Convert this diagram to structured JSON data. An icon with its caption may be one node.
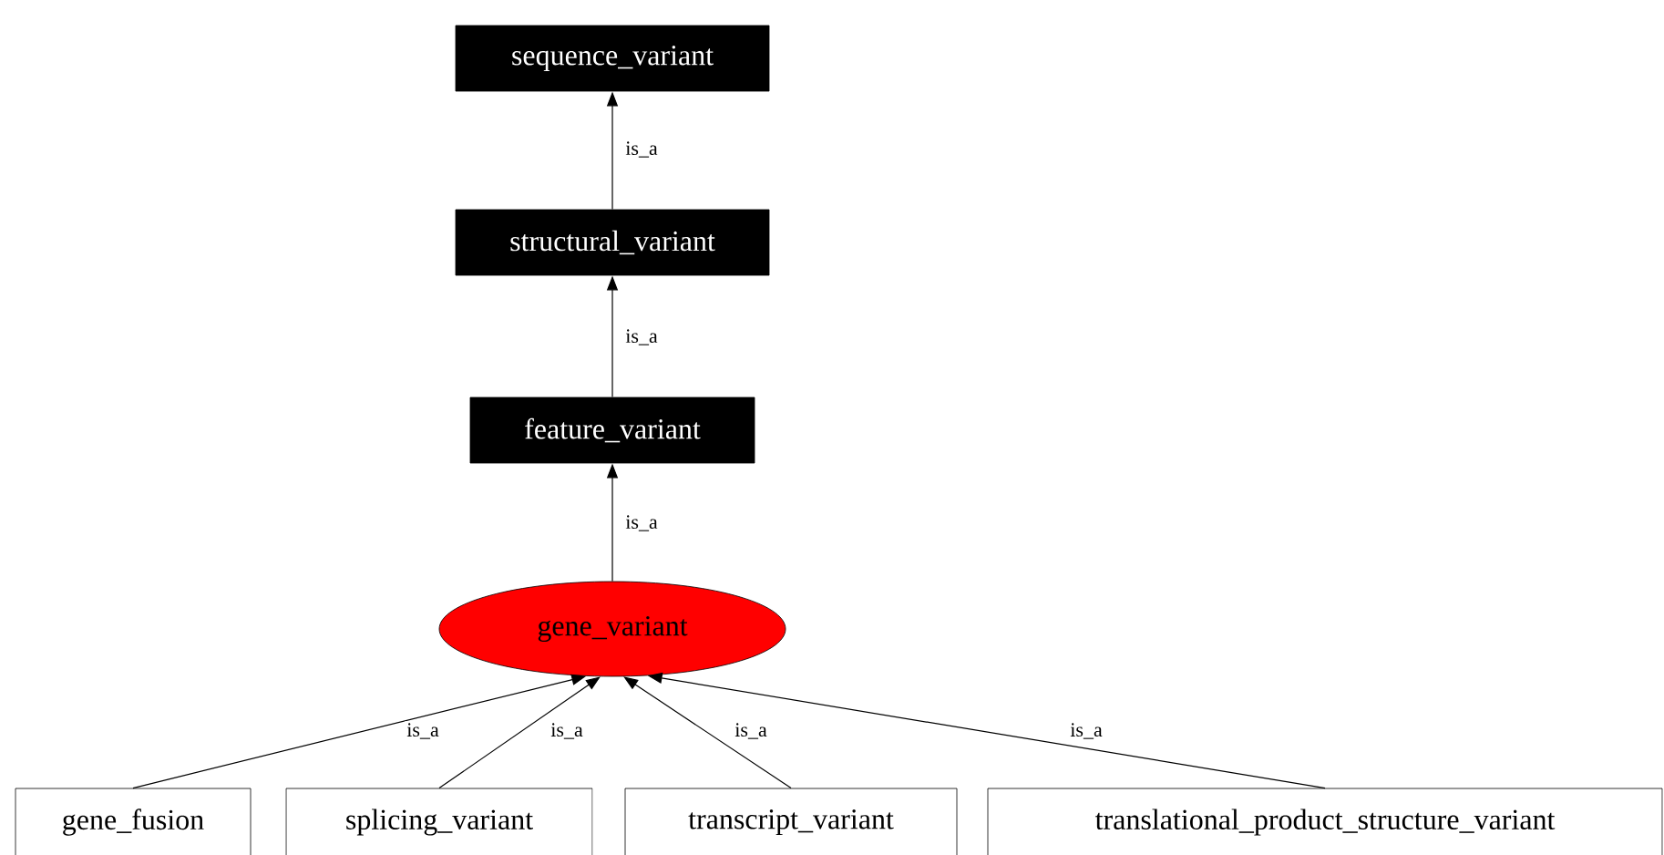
{
  "diagram": {
    "nodes": [
      {
        "text": [
          "sequence_variant"
        ]
      },
      {
        "text": [
          "structural_variant"
        ]
      },
      {
        "text": [
          "feature_variant"
        ]
      },
      {
        "text": [
          "gene_variant"
        ]
      },
      {
        "text": [
          "gene_fusion"
        ]
      },
      {
        "text": [
          "splicing_variant"
        ]
      },
      {
        "text": [
          "transcript_variant"
        ]
      },
      {
        "text": [
          "translational_product_structure_variant"
        ]
      }
    ],
    "edges": [
      {
        "from": 1,
        "to": 0,
        "arrow": "to",
        "label": "is_a"
      },
      {
        "from": 2,
        "to": 1,
        "arrow": "to",
        "label": "is_a"
      },
      {
        "from": 3,
        "to": 2,
        "arrow": "to",
        "label": "is_a"
      },
      {
        "from": 4,
        "to": 3,
        "arrow": "to",
        "label": "is_a"
      },
      {
        "from": 5,
        "to": 3,
        "arrow": "to",
        "label": "is_a"
      },
      {
        "from": 6,
        "to": 3,
        "arrow": "to",
        "label": "is_a"
      },
      {
        "from": 7,
        "to": 3,
        "arrow": "to",
        "label": "is_a"
      }
    ]
  }
}
